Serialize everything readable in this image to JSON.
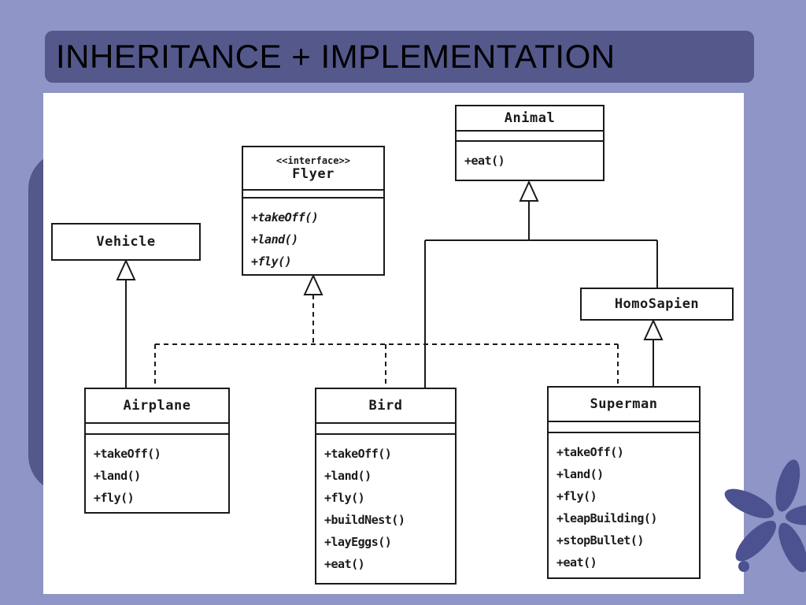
{
  "title": "INHERITANCE + IMPLEMENTATION",
  "colors": {
    "background": "#9095c8",
    "accent_dark": "#54588b",
    "panel": "#ffffff",
    "line": "#1a1a1a"
  },
  "classes": {
    "animal": {
      "name": "Animal",
      "methods": [
        "+eat()"
      ]
    },
    "flyer": {
      "stereotype": "<<interface>>",
      "name": "Flyer",
      "methods": [
        "+takeOff()",
        "+land()",
        "+fly()"
      ]
    },
    "vehicle": {
      "name": "Vehicle"
    },
    "homosapien": {
      "name": "HomoSapien"
    },
    "airplane": {
      "name": "Airplane",
      "methods": [
        "+takeOff()",
        "+land()",
        "+fly()"
      ]
    },
    "bird": {
      "name": "Bird",
      "methods": [
        "+takeOff()",
        "+land()",
        "+fly()",
        "+buildNest()",
        "+layEggs()",
        "+eat()"
      ]
    },
    "superman": {
      "name": "Superman",
      "methods": [
        "+takeOff()",
        "+land()",
        "+fly()",
        "+leapBuilding()",
        "+stopBullet()",
        "+eat()"
      ]
    }
  },
  "relationships": [
    {
      "type": "inheritance",
      "from": "Airplane",
      "to": "Vehicle"
    },
    {
      "type": "inheritance",
      "from": "Bird",
      "to": "Animal"
    },
    {
      "type": "inheritance",
      "from": "HomoSapien",
      "to": "Animal"
    },
    {
      "type": "inheritance",
      "from": "Superman",
      "to": "HomoSapien"
    },
    {
      "type": "realization",
      "from": "Airplane",
      "to": "Flyer"
    },
    {
      "type": "realization",
      "from": "Bird",
      "to": "Flyer"
    },
    {
      "type": "realization",
      "from": "Superman",
      "to": "Flyer"
    }
  ]
}
